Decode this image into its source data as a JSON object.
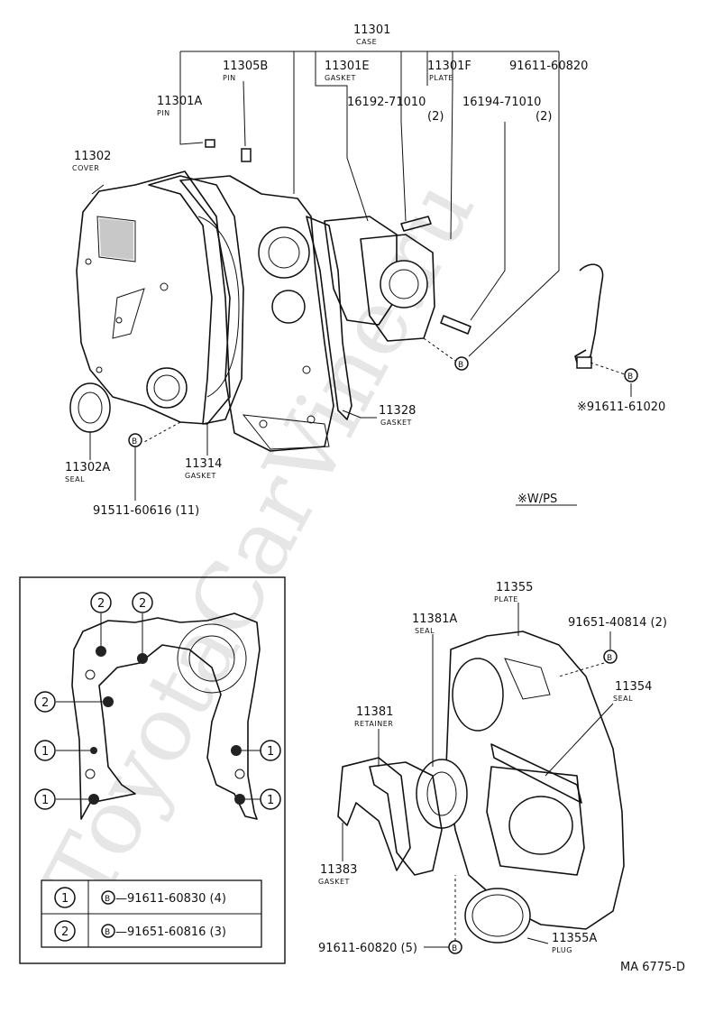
{
  "watermark": "ToyotaCarVine.ru",
  "diagram_code": "MA 6775-D",
  "note_wps": "※W/PS",
  "parts": [
    {
      "id": "p11301",
      "number": "11301",
      "name": "CASE"
    },
    {
      "id": "p11305B",
      "number": "11305B",
      "name": "PIN"
    },
    {
      "id": "p11301E",
      "number": "11301E",
      "name": "GASKET"
    },
    {
      "id": "p11301F",
      "number": "11301F",
      "name": "PLATE"
    },
    {
      "id": "p91611_60820_top",
      "number": "91611-60820",
      "name": ""
    },
    {
      "id": "p11301A",
      "number": "11301A",
      "name": "PIN"
    },
    {
      "id": "p16192",
      "number": "16192-71010",
      "qty": "(2)",
      "name": ""
    },
    {
      "id": "p16194",
      "number": "16194-71010",
      "qty": "(2)",
      "name": ""
    },
    {
      "id": "p11302",
      "number": "11302",
      "name": "COVER"
    },
    {
      "id": "p11328",
      "number": "11328",
      "name": "GASKET"
    },
    {
      "id": "p91611_61020",
      "number": "※91611-61020",
      "name": ""
    },
    {
      "id": "p11302A",
      "number": "11302A",
      "name": "SEAL"
    },
    {
      "id": "p11314",
      "number": "11314",
      "name": "GASKET"
    },
    {
      "id": "p91511",
      "number": "91511-60616 (11)",
      "name": ""
    },
    {
      "id": "p11355",
      "number": "11355",
      "name": "PLATE"
    },
    {
      "id": "p11381A",
      "number": "11381A",
      "name": "SEAL"
    },
    {
      "id": "p91651_40814",
      "number": "91651-40814 (2)",
      "name": ""
    },
    {
      "id": "p11354",
      "number": "11354",
      "name": "SEAL"
    },
    {
      "id": "p11381",
      "number": "11381",
      "name": "RETAINER"
    },
    {
      "id": "p11383",
      "number": "11383",
      "name": "GASKET"
    },
    {
      "id": "p91611_60820_bot",
      "number": "91611-60820 (5)",
      "name": ""
    },
    {
      "id": "p11355A",
      "number": "11355A",
      "name": "PLUG"
    }
  ],
  "bolt_marker": "B",
  "inset_callouts": {
    "one": "1",
    "two": "2"
  },
  "legend": [
    {
      "key": "1",
      "bolt": "B",
      "text": "—91611-60830 (4)"
    },
    {
      "key": "2",
      "bolt": "B",
      "text": "—91651-60816 (3)"
    }
  ]
}
